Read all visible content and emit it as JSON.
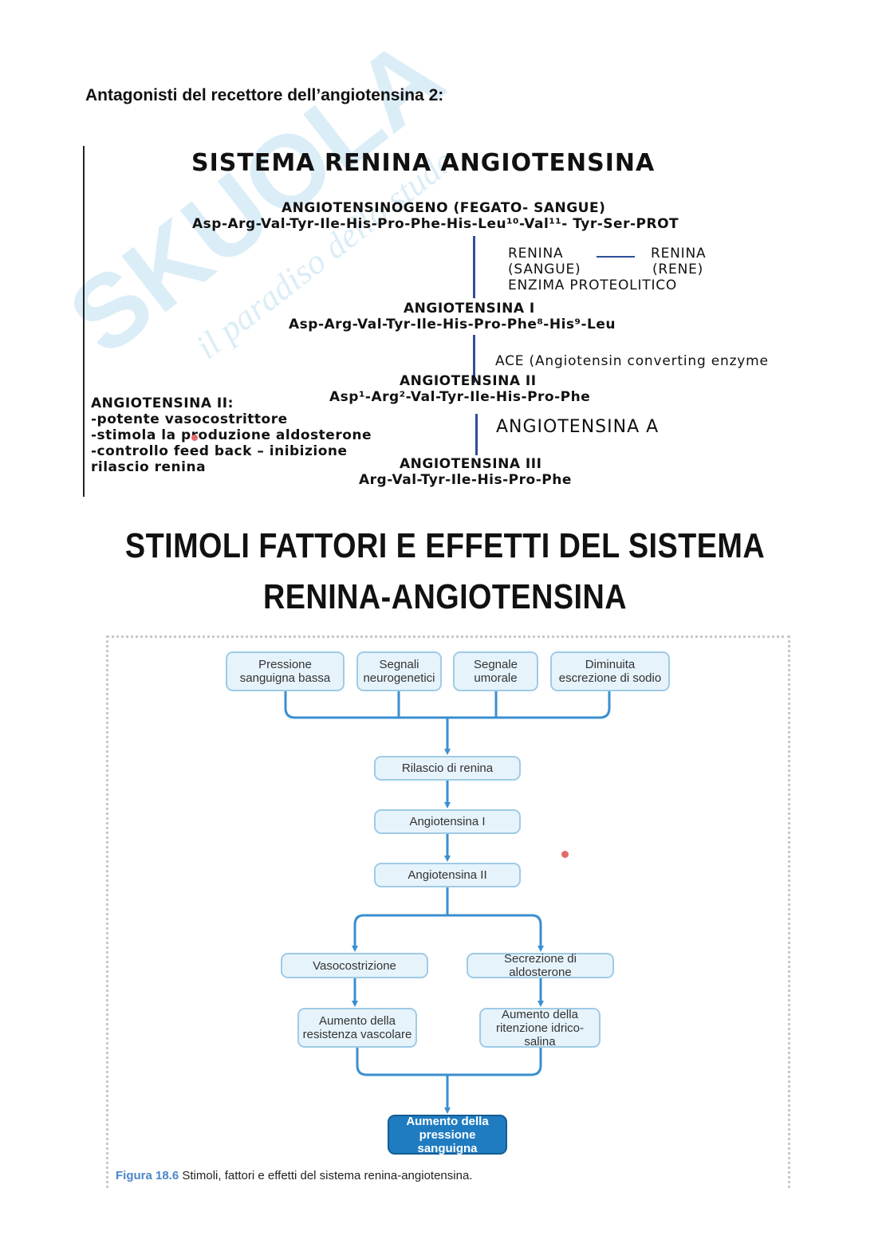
{
  "page": {
    "heading": "Antagonisti del recettore dell’angiotensina 2:"
  },
  "ras": {
    "title": "SISTEMA RENINA ANGIOTENSINA",
    "angiotensinogen": {
      "name": "ANGIOTENSINOGENO (FEGATO- SANGUE)",
      "sequence": "Asp-Arg-Val-Tyr-Ile-His-Pro-Phe-His-Leu¹⁰-Val¹¹- Tyr-Ser-PROT"
    },
    "renin": {
      "left_top": "RENINA",
      "left_bottom": "(SANGUE)",
      "right_top": "RENINA",
      "right_bottom": "(RENE)",
      "enzyme": "ENZIMA PROTEOLITICO"
    },
    "angiotensin1": {
      "name": "ANGIOTENSINA I",
      "sequence": "Asp-Arg-Val-Tyr-Ile-His-Pro-Phe⁸-His⁹-Leu"
    },
    "ace": "ACE (Angiotensin converting enzyme",
    "angiotensin2": {
      "name": "ANGIOTENSINA II",
      "sequence": "Asp¹-Arg²-Val-Tyr-Ile-His-Pro-Phe"
    },
    "angiotensin_a": "ANGIOTENSINA A",
    "angiotensin3": {
      "name": "ANGIOTENSINA III",
      "sequence": "Arg-Val-Tyr-Ile-His-Pro-Phe"
    },
    "notes": {
      "title": "ANGIOTENSINA II:",
      "lines": [
        "-potente vasocostrittore",
        "-stimola la produzione aldosterone",
        "-controllo feed back – inibizione",
        "rilascio renina"
      ]
    }
  },
  "effects": {
    "title_line1": "STIMOLI FATTORI E EFFETTI DEL SISTEMA",
    "title_line2": "RENINA-ANGIOTENSINA"
  },
  "figure": {
    "stimuli": [
      "Pressione sanguigna bassa",
      "Segnali neurogenetici",
      "Segnale umorale",
      "Diminuita escrezione di sodio"
    ],
    "release": "Rilascio di renina",
    "ang1": "Angiotensina I",
    "ang2": "Angiotensina II",
    "left_effect": "Vasocostrizione",
    "right_effect": "Secrezione di aldosterone",
    "left_result": "Aumento della resistenza vascolare",
    "right_result": "Aumento della ritenzione idrico-salina",
    "final": "Aumento della pressione sanguigna",
    "caption_number": "Figura 18.6",
    "caption_text": "Stimoli, fattori e effetti del sistema renina-angiotensina.",
    "colors": {
      "box_fill": "#e6f3fb",
      "box_border": "#9fcbe6",
      "connector": "#3a8fd0",
      "final_fill": "#1f7cc0"
    }
  },
  "watermark": {
    "brand": "SKUOLA.net",
    "tagline": "il paradiso dello studente"
  }
}
